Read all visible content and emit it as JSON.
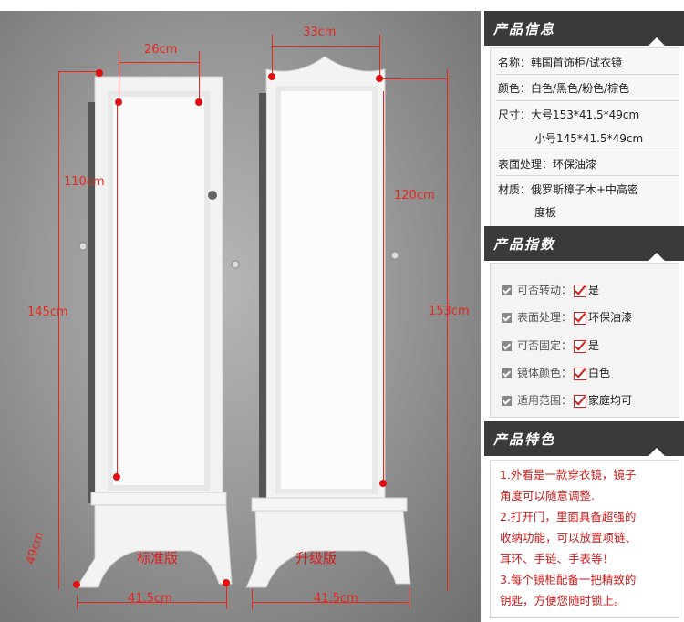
{
  "dims": {
    "d_top_small": "26cm",
    "d_top_big": "33cm",
    "d_h110": "110cm",
    "d_h120": "120cm",
    "d_h145": "145cm",
    "d_h153": "153cm",
    "d_depth": "49cm",
    "d_w1": "41.5cm",
    "d_w2": "41.5cm"
  },
  "captions": {
    "standard": "标准版",
    "upgrade": "升级版"
  },
  "product_info": {
    "title": "产品信息",
    "rows": [
      "名称：韩国首饰柜/试衣镜",
      "颜色：白色/黑色/粉色/棕色",
      "尺寸：大号153*41.5*49cm",
      "小号145*41.5*49cm",
      "表面处理：环保油漆",
      "材质：俄罗斯樟子木+中高密",
      "度板"
    ]
  },
  "product_index": {
    "title": "产品指数",
    "rows": [
      {
        "label": "可否转动：",
        "value": "是"
      },
      {
        "label": "表面处理：",
        "value": "环保油漆"
      },
      {
        "label": "可否固定：",
        "value": "是"
      },
      {
        "label": "镜体颜色：",
        "value": "白色"
      },
      {
        "label": "适用范围：",
        "value": "家庭均可"
      }
    ]
  },
  "product_features": {
    "title": "产品特色",
    "lines": [
      "1.外看是一款穿衣镜，镜子",
      "角度可以随意调整.",
      "2.打开门，里面具备超强的",
      "收纳功能，可以放置项链、",
      "耳环、手链、手表等！",
      "3.每个镜柜配备一把精致的",
      "钥匙，方便您随时锁上。"
    ]
  }
}
